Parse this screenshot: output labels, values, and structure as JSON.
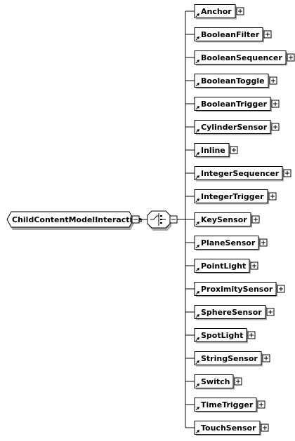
{
  "root": {
    "label": "ChildContentModelInteractive"
  },
  "compositor": {
    "type": "choice"
  },
  "elements": [
    "Anchor",
    "BooleanFilter",
    "BooleanSequencer",
    "BooleanToggle",
    "BooleanTrigger",
    "CylinderSensor",
    "Inline",
    "IntegerSequencer",
    "IntegerTrigger",
    "KeySensor",
    "PlaneSensor",
    "PointLight",
    "ProximitySensor",
    "SphereSensor",
    "SpotLight",
    "StringSensor",
    "Switch",
    "TimeTrigger",
    "TouchSensor"
  ],
  "icons": {
    "expand": "plus-box-icon",
    "collapse": "minus-box-icon",
    "reference": "reference-arrow-icon",
    "choice": "choice-compositor-icon"
  },
  "colors": {
    "line": "#000000",
    "fill": "#ffffff",
    "shadow": "#a8a8a8"
  }
}
